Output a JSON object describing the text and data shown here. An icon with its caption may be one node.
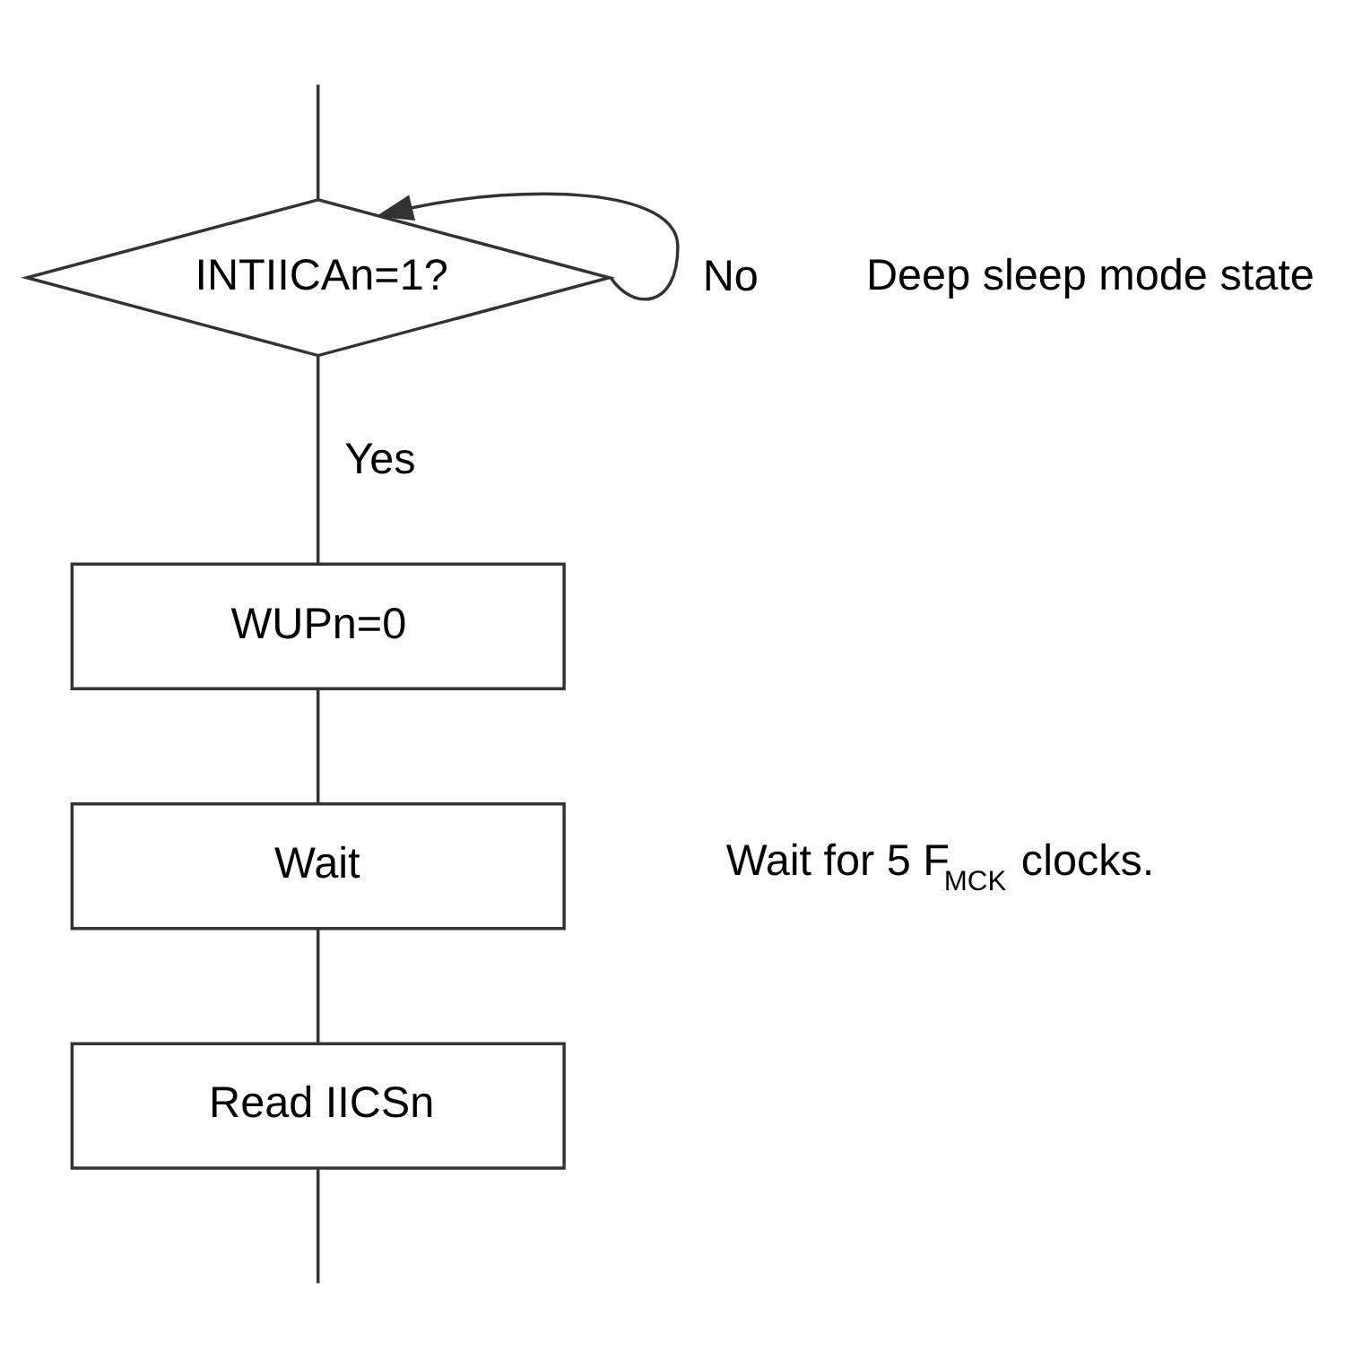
{
  "diagram": {
    "nodes": [
      {
        "text": [
          "INTIICAn=1?"
        ]
      },
      {
        "text": [
          "WUPn=0"
        ]
      },
      {
        "text": [
          "Wait"
        ],
        "beside": [
          "Wait for 5 F$_{MCK}$ clocks."
        ]
      },
      {
        "text": [
          "Read IICSn"
        ]
      }
    ],
    "edges": [
      {
        "from": null,
        "to": 0,
        "arrow": "none"
      },
      {
        "from": 0,
        "to": 0,
        "arrow": "to",
        "label": "No"
      },
      {
        "from": 0,
        "to": 1,
        "arrow": "none",
        "label": "Yes"
      },
      {
        "from": 1,
        "to": 2,
        "arrow": "none"
      },
      {
        "from": 2,
        "to": 3,
        "arrow": "none"
      },
      {
        "from": 3,
        "to": null,
        "arrow": "none"
      }
    ],
    "labels": [
      "Deep sleep mode state"
    ]
  }
}
